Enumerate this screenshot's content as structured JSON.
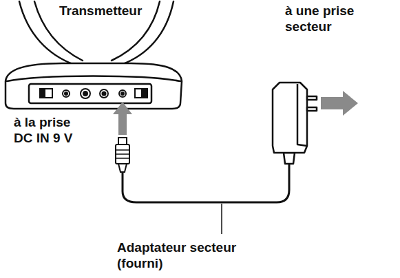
{
  "diagram": {
    "labels": [
      "Transmetteur",
      "à une prise secteur",
      "à la prise DC IN 9 V",
      "Adaptateur secteur (fourni)"
    ]
  }
}
